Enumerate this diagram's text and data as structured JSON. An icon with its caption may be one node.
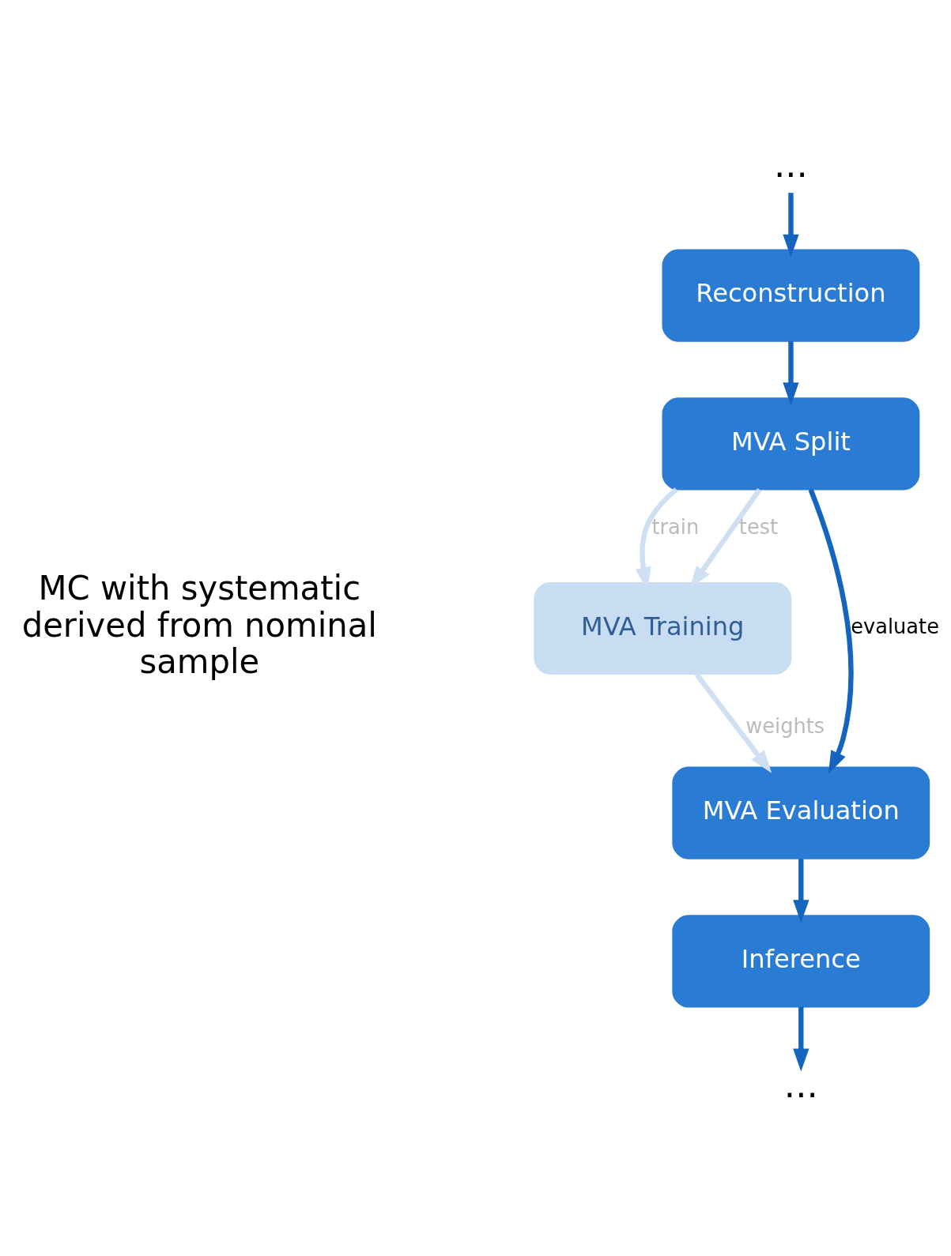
{
  "diagram": {
    "nodes": [
      {
        "text": [
          "..."
        ]
      },
      {
        "text": [
          "Reconstruction"
        ]
      },
      {
        "text": [
          "MVA Split"
        ]
      },
      {
        "text": [
          "MVA Training"
        ]
      },
      {
        "text": [
          "MVA Evaluation"
        ]
      },
      {
        "text": [
          "Inference"
        ]
      },
      {
        "text": [
          "..."
        ]
      }
    ],
    "edges": [
      {
        "from": 0,
        "to": 1,
        "arrow": "to"
      },
      {
        "from": 1,
        "to": 2,
        "arrow": "to"
      },
      {
        "from": 2,
        "to": 3,
        "arrow": "to",
        "label": "train",
        "color": "#cfe0f3"
      },
      {
        "from": 2,
        "to": 3,
        "arrow": "to",
        "label": "test",
        "color": "#cfe0f3"
      },
      {
        "from": 3,
        "to": 4,
        "arrow": "to",
        "label": "weights",
        "color": "#cfe0f3"
      },
      {
        "from": 2,
        "to": 4,
        "arrow": "to",
        "label": "evaluate"
      },
      {
        "from": 4,
        "to": 5,
        "arrow": "to"
      },
      {
        "from": 5,
        "to": 6,
        "arrow": "to"
      }
    ],
    "labels": [
      "MC with systematic derived from nominal sample"
    ]
  }
}
